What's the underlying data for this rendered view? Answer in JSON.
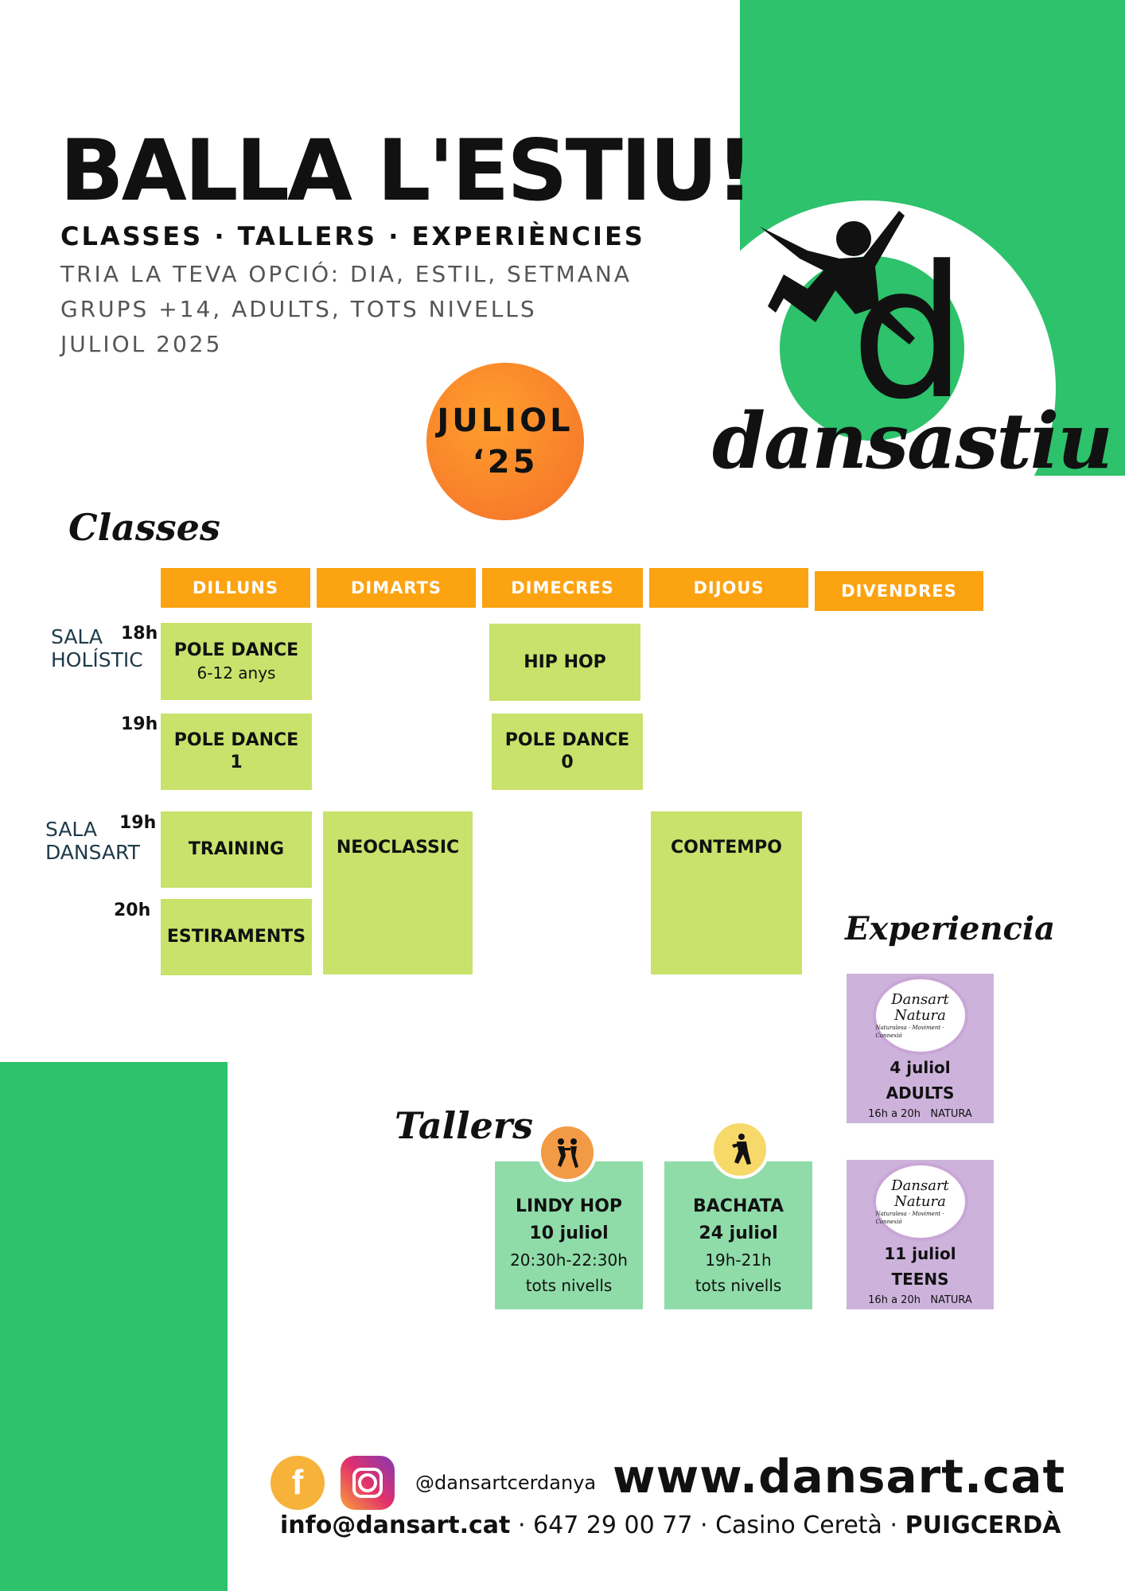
{
  "header": {
    "title": "BALLA L'ESTIU!",
    "subtitle": "CLASSES · TALLERS · EXPERIÈNCIES",
    "info_lines": [
      "TRIA LA TEVA OPCIÓ: DIA, ESTIL, SETMANA",
      "GRUPS +14, ADULTS, TOTS NIVELLS",
      "JULIOL 2025"
    ]
  },
  "logo": {
    "letter": "d",
    "wordmark": "dansastiu"
  },
  "badge": {
    "line1": "JULIOL",
    "line2": "‘25"
  },
  "colors": {
    "green": "#2dc26b",
    "orange": "#fca311",
    "lime": "#c8e26b",
    "mint": "#8fdca9",
    "lavender": "#cdb3dc"
  },
  "sections": {
    "classes": "Classes",
    "tallers": "Tallers",
    "experiencia": "Experiencia"
  },
  "schedule": {
    "days": [
      "DILLUNS",
      "DIMARTS",
      "DIMECRES",
      "DIJOUS",
      "DIVENDRES"
    ],
    "rooms": {
      "holistic": "SALA\nHOLÍSTIC",
      "dansart": "SALA\nDANSART"
    },
    "hours": {
      "h18": "18h",
      "h19a": "19h",
      "h19b": "19h",
      "h20": "20h"
    },
    "cells": {
      "pole_kids": {
        "title": "POLE DANCE",
        "sub": "6-12 anys"
      },
      "hip_hop": {
        "title": "HIP HOP"
      },
      "pole_1": {
        "title": "POLE DANCE",
        "sub": "1"
      },
      "pole_0": {
        "title": "POLE DANCE",
        "sub": "0"
      },
      "training": {
        "title": "TRAINING"
      },
      "neoclassic": {
        "title": "NEOCLASSIC"
      },
      "contempo": {
        "title": "CONTEMPO"
      },
      "estiraments": {
        "title": "ESTIRAMENTS"
      }
    }
  },
  "tallers": [
    {
      "icon": "lindy-dancers-icon",
      "name": "LINDY HOP",
      "date": "10 juliol",
      "time": "20:30h-22:30h",
      "level": "tots nivells"
    },
    {
      "icon": "bachata-dancers-icon",
      "name": "BACHATA",
      "date": "24 juliol",
      "time": "19h-21h",
      "level": "tots nivells"
    }
  ],
  "experiencies": [
    {
      "logo_line1": "Dansart",
      "logo_line2": "Natura",
      "logo_tag": "Naturalesa · Moviment · Connexió",
      "date": "4 juliol",
      "group": "ADULTS",
      "time": "16h a 20h",
      "place": "NATURA"
    },
    {
      "logo_line1": "Dansart",
      "logo_line2": "Natura",
      "logo_tag": "Naturalesa · Moviment · Connexió",
      "date": "11 juliol",
      "group": "TEENS",
      "time": "16h a 20h",
      "place": "NATURA"
    }
  ],
  "footer": {
    "facebook_icon": "facebook-icon",
    "instagram_icon": "instagram-icon",
    "handle": "@dansartcerdanya",
    "website": "www.dansart.cat",
    "email": "info@dansart.cat",
    "phone": "647 29 00 77",
    "venue": "Casino Ceretà",
    "city": "PUIGCERDÀ",
    "separator": "·"
  }
}
